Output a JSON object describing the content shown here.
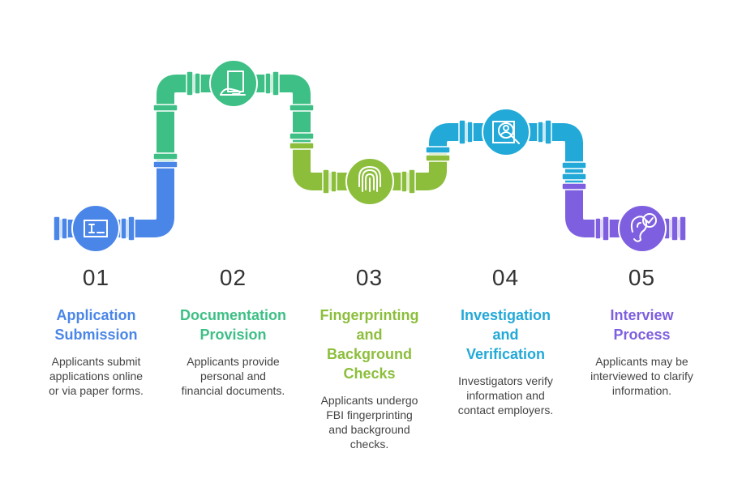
{
  "steps": [
    {
      "number": "01",
      "title": "Application Submission",
      "title_lines": [
        "Application",
        "Submission"
      ],
      "desc_lines": [
        "Applicants submit",
        "applications online",
        "or via paper forms."
      ],
      "color": "#4A86E8",
      "icon": "document-pen-icon"
    },
    {
      "number": "02",
      "title": "Documentation Provision",
      "title_lines": [
        "Documentation",
        "Provision"
      ],
      "desc_lines": [
        "Applicants provide",
        "personal and",
        "financial documents."
      ],
      "color": "#3DBF85",
      "icon": "document-hand-icon"
    },
    {
      "number": "03",
      "title": "Fingerprinting and Background Checks",
      "title_lines": [
        "Fingerprinting",
        "and",
        "Background",
        "Checks"
      ],
      "desc_lines": [
        "Applicants undergo",
        "FBI fingerprinting",
        "and background",
        "checks."
      ],
      "color": "#8CBE3C",
      "icon": "fingerprint-icon"
    },
    {
      "number": "04",
      "title": "Investigation and Verification",
      "title_lines": [
        "Investigation",
        "and",
        "Verification"
      ],
      "desc_lines": [
        "Investigators verify",
        "information and",
        "contact employers."
      ],
      "color": "#22A9D8",
      "icon": "magnify-person-icon"
    },
    {
      "number": "05",
      "title": "Interview Process",
      "title_lines": [
        "Interview",
        "Process"
      ],
      "desc_lines": [
        "Applicants may be",
        "interviewed to clarify",
        "information."
      ],
      "color": "#7E5FE0",
      "icon": "ear-check-icon"
    }
  ]
}
